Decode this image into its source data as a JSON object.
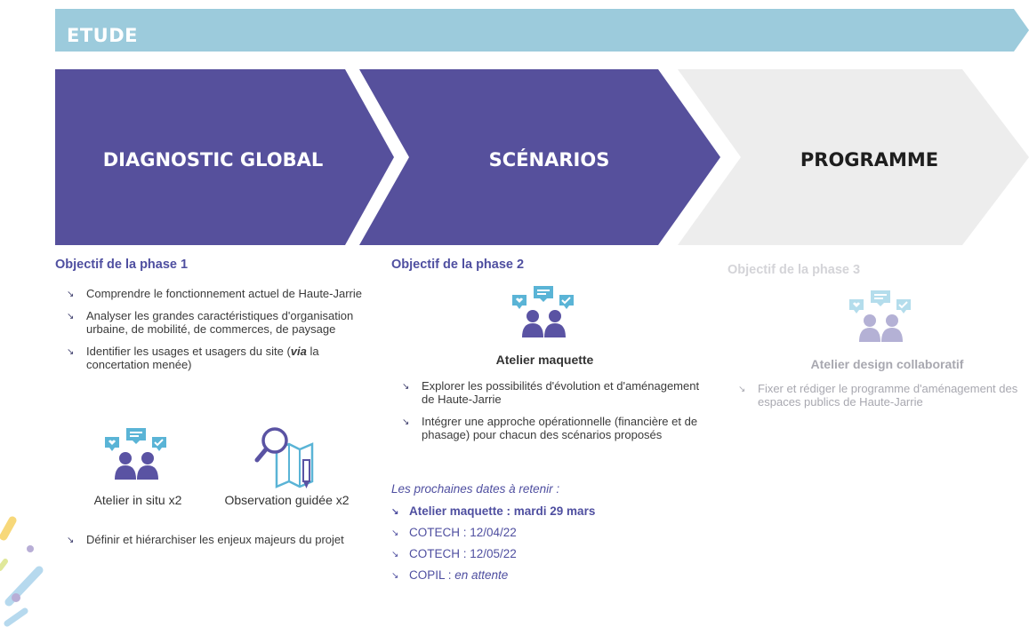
{
  "header": {
    "title": "ETUDE"
  },
  "phases": [
    {
      "title": "DIAGNOSTIC GLOBAL"
    },
    {
      "title": "SCÉNARIOS"
    },
    {
      "title": "PROGRAMME"
    }
  ],
  "phase1": {
    "objective": "Objectif de la phase 1",
    "bullets": [
      "Comprendre le fonctionnement actuel de Haute-Jarrie",
      "Analyser les grandes caractéristiques d'organisation urbaine, de mobilité, de commerces, de paysage"
    ],
    "bullet3_pre": "Identifier les usages et usagers du site (",
    "bullet3_em": "via",
    "bullet3_post": " la concertation menée)",
    "icon1_caption": "Atelier in situ x2",
    "icon2_caption": "Observation guidée x2",
    "bullet4": "Définir et hiérarchiser les enjeux majeurs du projet"
  },
  "phase2": {
    "objective": "Objectif de la phase 2",
    "icon_caption": "Atelier maquette",
    "bullets": [
      "Explorer les possibilités d'évolution et d'aménagement de Haute-Jarrie",
      "Intégrer une approche opérationnelle (financière et de phasage) pour chacun des scénarios proposés"
    ],
    "dates_title": "Les prochaines dates à retenir :",
    "dates": [
      "Atelier maquette : mardi 29 mars",
      "COTECH : 12/04/22",
      "COTECH : 12/05/22"
    ],
    "copil_label": "COPIL : ",
    "copil_value": "en attente"
  },
  "phase3": {
    "objective": "Objectif de la phase 3",
    "icon_caption": "Atelier design collaboratif",
    "bullets": [
      "Fixer et rédiger le programme d'aménagement des espaces publics de Haute-Jarrie"
    ]
  },
  "colors": {
    "banner": "#9ccbdc",
    "chevron_active": "#56509c",
    "chevron_inactive": "#ededed",
    "objective_active": "#4f4fa0",
    "objective_faded": "#d4d4d8",
    "icon_purple": "#5a53a3",
    "icon_blue": "#5ab4d6"
  }
}
